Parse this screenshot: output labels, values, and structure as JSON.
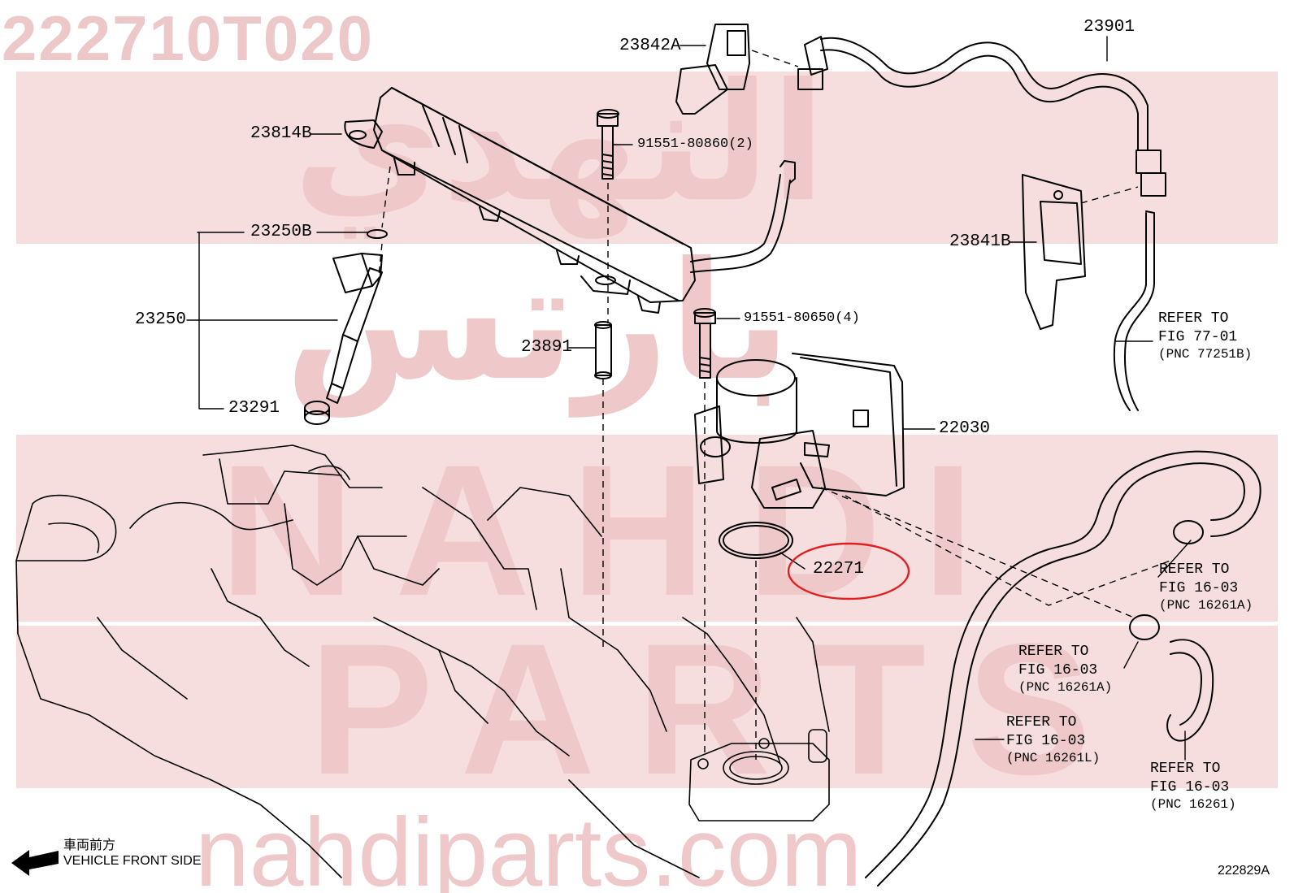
{
  "header": {
    "part_number": "222710T020"
  },
  "watermark": {
    "arabic_line1": "النهدي",
    "arabic_line2": "بارتس",
    "latin_line1": "NAHDI",
    "latin_line2": "PARTS",
    "url": "nahdiparts.com",
    "color": "#f6dede"
  },
  "labels": {
    "p23842A": "23842A",
    "p23901": "23901",
    "p23814B": "23814B",
    "p91551_80860": "91551-80860(2)",
    "p23250B": "23250B",
    "p23841B": "23841B",
    "p23250": "23250",
    "p23891": "23891",
    "p91551_80650": "91551-80650(4)",
    "p23291": "23291",
    "p22030": "22030",
    "p22271": "22271"
  },
  "highlight": {
    "part": "22271",
    "color": "#e02020"
  },
  "refs": [
    {
      "l1": "REFER TO",
      "l2": "FIG 77-01",
      "l3": "(PNC 77251B)"
    },
    {
      "l1": "REFER TO",
      "l2": "FIG 16-03",
      "l3": "(PNC 16261A)"
    },
    {
      "l1": "REFER TO",
      "l2": "FIG 16-03",
      "l3": "(PNC 16261A)"
    },
    {
      "l1": "REFER TO",
      "l2": "FIG 16-03",
      "l3": "(PNC 16261L)"
    },
    {
      "l1": "REFER TO",
      "l2": "FIG 16-03",
      "l3": "(PNC 16261)"
    }
  ],
  "footer": {
    "direction_jp": "車両前方",
    "direction_en": "VEHICLE FRONT SIDE",
    "figure_id": "222829A"
  },
  "icons": {
    "front_arrow": "left-arrow-icon"
  }
}
